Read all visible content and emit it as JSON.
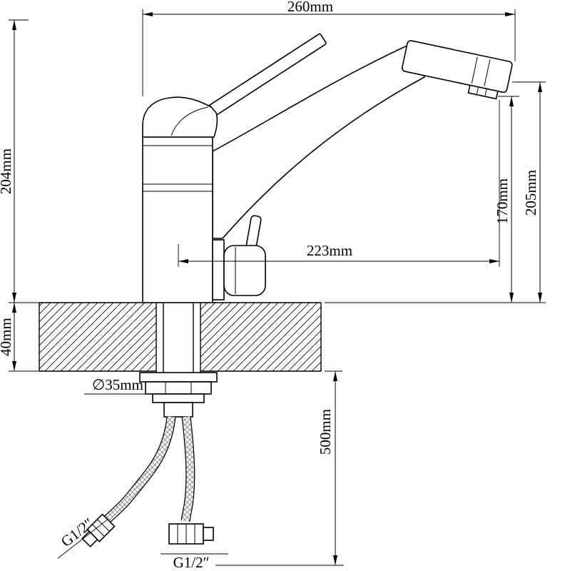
{
  "drawing": {
    "type": "faucet-installation-dimension-drawing",
    "colors": {
      "line": "#000000",
      "background": "#ffffff"
    },
    "dimensions": {
      "top_width": "260mm",
      "left_height": "204mm",
      "right_height": "205mm",
      "spout_outlet_height": "170mm",
      "spout_reach": "223mm",
      "counter_thickness": "40mm",
      "hole_diameter": "∅35mm",
      "hose_length": "500mm",
      "thread_left": "G1/2″",
      "thread_right": "G1/2″"
    }
  }
}
